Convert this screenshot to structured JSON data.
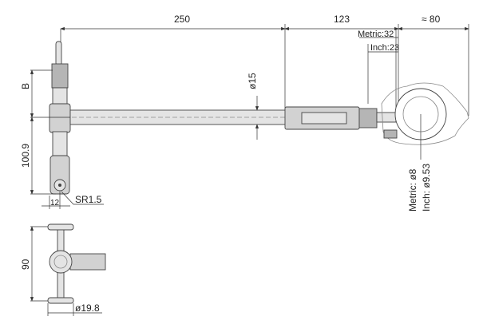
{
  "dimensions": {
    "length_rod": "250",
    "length_grip": "123",
    "length_head": "≈ 80",
    "metric_stem": "Metric:32",
    "inch_stem": "Inch:23",
    "rod_diameter": "ø15",
    "b_label": "B",
    "height": "100.9",
    "width_contact": "12",
    "contact_radius": "SR1.5",
    "metric_bore": "Metric: ø8",
    "inch_bore": "Inch: ø9.53",
    "guide_span": "90",
    "guide_diameter": "ø19.8"
  },
  "colors": {
    "line": "#333333",
    "fill": "#e4e4e4"
  }
}
